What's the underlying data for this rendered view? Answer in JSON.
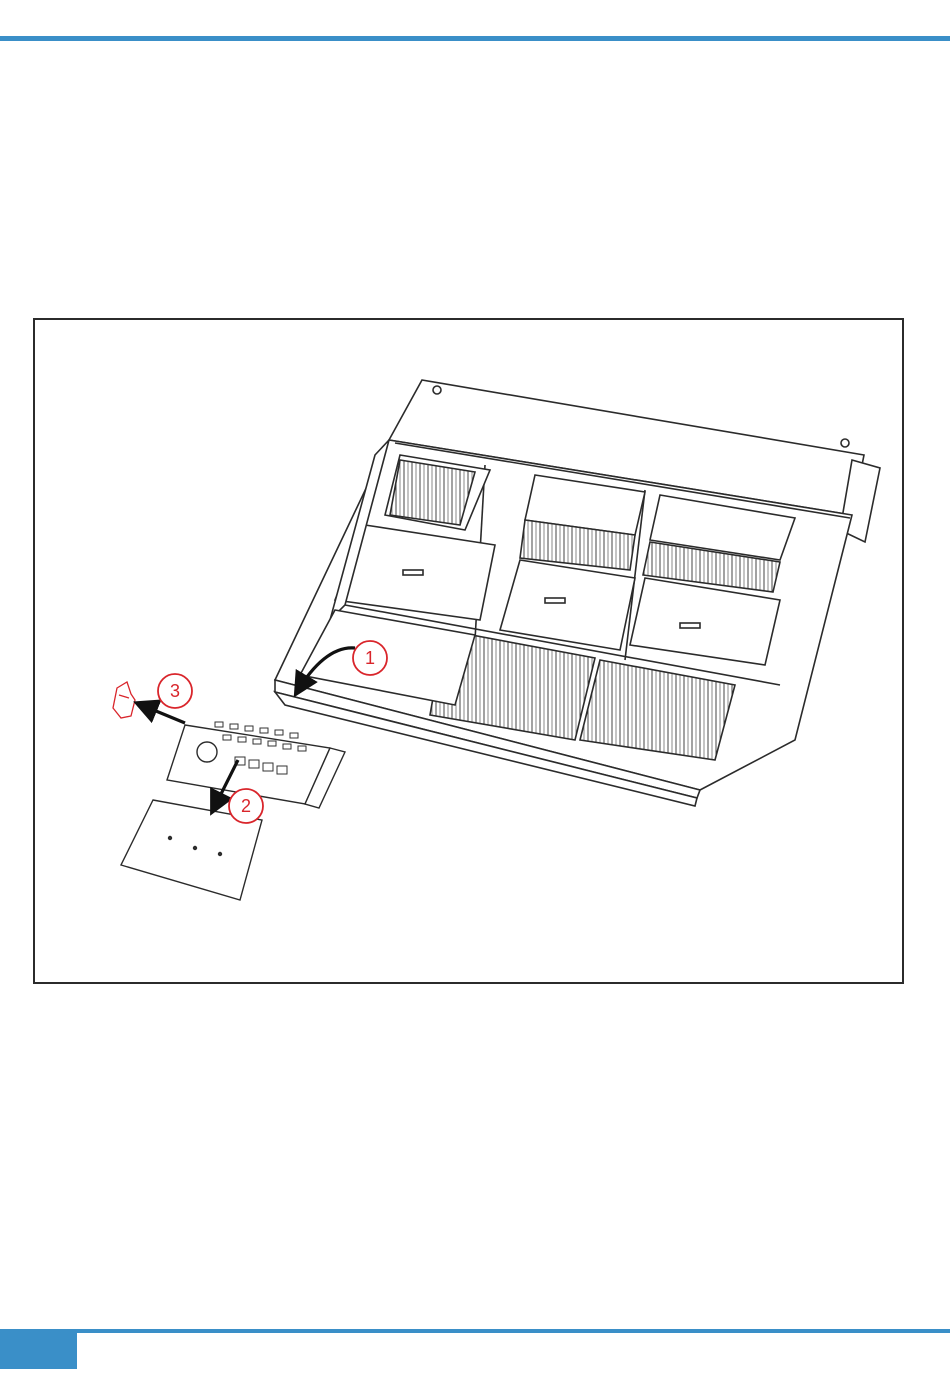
{
  "colors": {
    "accent": "#3a8fc8",
    "callout": "#d9252b",
    "line": "#2b2b2b"
  },
  "figure": {
    "callouts": [
      {
        "id": "1",
        "label": "1"
      },
      {
        "id": "2",
        "label": "2"
      },
      {
        "id": "3",
        "label": "3"
      }
    ]
  }
}
